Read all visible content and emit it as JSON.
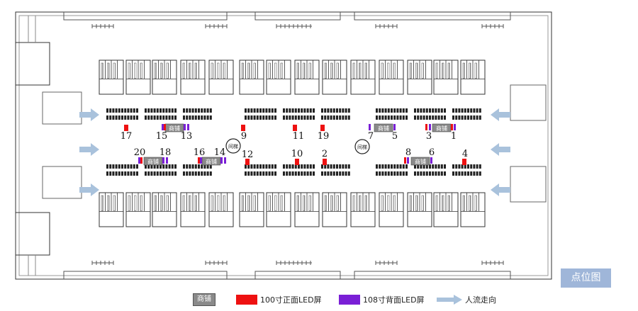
{
  "shop_label": "商铺",
  "elevator_label": "间梯",
  "tag": "点位图",
  "legend": {
    "shop": "商铺",
    "front_led": "100寸正面LED屏",
    "back_led": "108寸背面LED屏",
    "flow": "人流走向"
  },
  "colors": {
    "front_led": "#ee1111",
    "back_led": "#7a1fd6",
    "arrow": "#a9c2dc",
    "tag_bg": "#9fb6d9",
    "shop": "#8a8a8a",
    "line": "#333333"
  },
  "points": [
    "1",
    "2",
    "3",
    "4",
    "5",
    "6",
    "7",
    "8",
    "9",
    "10",
    "11",
    "12",
    "13",
    "14",
    "15",
    "16",
    "17",
    "18",
    "19",
    "20"
  ]
}
